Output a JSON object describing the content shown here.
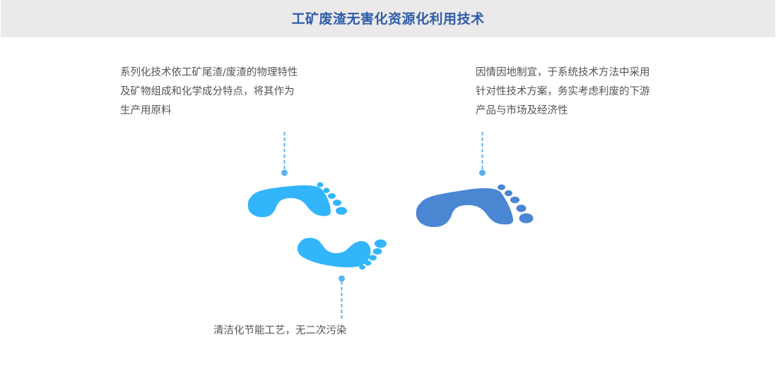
{
  "header": {
    "title": "工矿废渣无害化资源化利用技术"
  },
  "colors": {
    "title": "#2f5ca8",
    "header_bg": "#ebe9ea",
    "footprint_light": "#33b5fb",
    "footprint_dark": "#4a86d2",
    "connector": "#5ab3f0",
    "text": "#555555"
  },
  "points": [
    {
      "id": "raw-material",
      "lines": [
        "系列化技术依工矿尾渣/废渣的物理特性",
        "及矿物组成和化学成分特点，将其作为",
        "生产用原料"
      ],
      "icon": "footprint-icon"
    },
    {
      "id": "local-adaptation",
      "lines": [
        "因情因地制宜，于系统技术方法中采用",
        "针对性技术方案，务实考虑利废的下游",
        "产品与市场及经济性"
      ],
      "icon": "footprint-icon"
    },
    {
      "id": "clean-process",
      "lines": [
        "清洁化节能工艺，无二次污染"
      ],
      "icon": "footprint-icon"
    }
  ]
}
